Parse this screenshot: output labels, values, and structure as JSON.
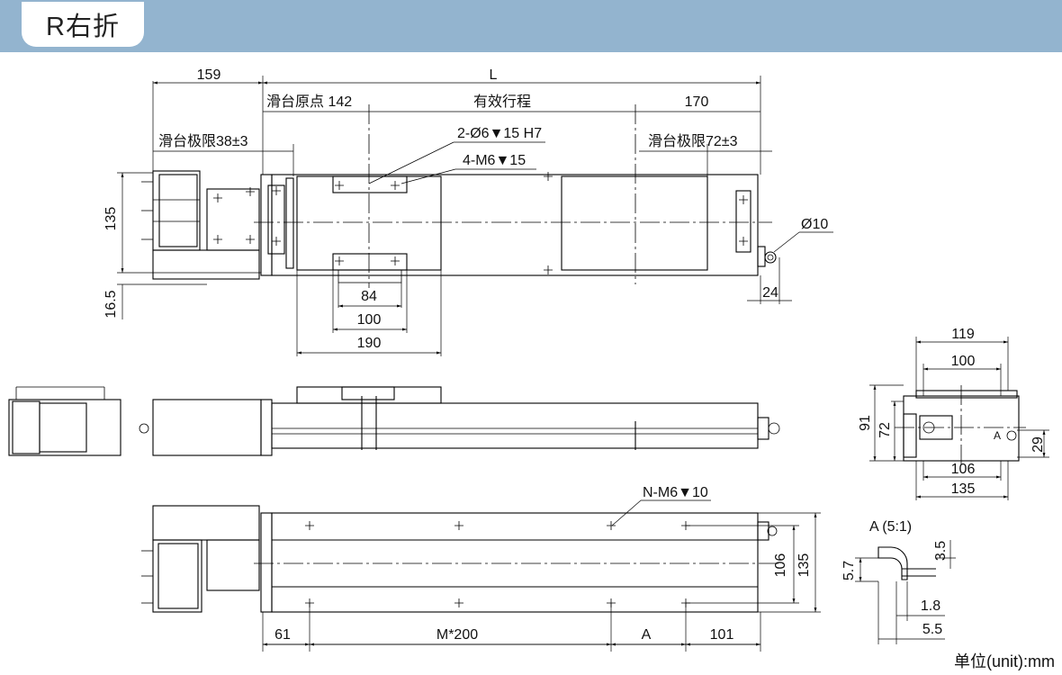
{
  "header": {
    "tag": "R右折"
  },
  "unit_label": "单位(unit):mm",
  "detail_label": "A (5:1)",
  "dims": {
    "top_motor": "159",
    "top_L": "L",
    "origin": "滑台原点 142",
    "stroke": "有效行程",
    "right_170": "170",
    "limit_left": "滑台极限38±3",
    "limit_right": "滑台极限72±3",
    "hole1": "2-Ø6▼15 H7",
    "hole2": "4-M6▼15",
    "h135": "135",
    "h16_5": "16.5",
    "w84": "84",
    "w100": "100",
    "w190": "190",
    "d10": "Ø10",
    "d24": "24",
    "e119": "119",
    "e100": "100",
    "e91": "91",
    "e72": "72",
    "e106": "106",
    "e135": "135",
    "e29": "29",
    "eA": "A",
    "nm6": "N-M6▼10",
    "b106": "106",
    "b135": "135",
    "b61": "61",
    "bM200": "M*200",
    "bA": "A",
    "b101": "101",
    "a3_5": "3.5",
    "a5_7": "5.7",
    "a1_8": "1.8",
    "a5_5": "5.5"
  },
  "colors": {
    "banner": "#93b4cf",
    "line": "#000000"
  }
}
